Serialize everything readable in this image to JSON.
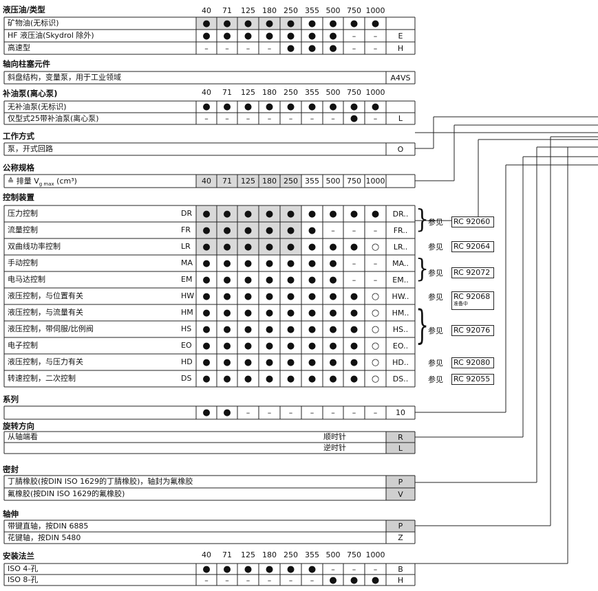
{
  "sizes": [
    "40",
    "71",
    "125",
    "180",
    "250",
    "355",
    "500",
    "750",
    "1000"
  ],
  "sections": [
    {
      "title": "液压油/类型",
      "show_sizes": true,
      "rows": [
        {
          "label": "矿物油(无标识)",
          "cells": [
            "●",
            "●",
            "●",
            "●",
            "●",
            "●",
            "●",
            "●",
            "●"
          ],
          "shade": [
            1,
            1,
            1,
            1,
            1,
            0,
            0,
            0,
            0
          ],
          "box": ""
        },
        {
          "label": "HF 液压油(Skydrol 除外)",
          "cells": [
            "●",
            "●",
            "●",
            "●",
            "●",
            "●",
            "●",
            "–",
            "–"
          ],
          "shade": [
            0,
            0,
            0,
            0,
            0,
            0,
            0,
            0,
            0
          ],
          "box": "E"
        },
        {
          "label": "高速型",
          "cells": [
            "–",
            "–",
            "–",
            "–",
            "●",
            "●",
            "●",
            "–",
            "–"
          ],
          "shade": [
            0,
            0,
            0,
            0,
            0,
            0,
            0,
            0,
            0
          ],
          "box": "H"
        }
      ]
    },
    {
      "title": "轴向柱塞元件",
      "show_sizes": false,
      "rows": [
        {
          "label": "斜盘结构，变量泵，用于工业领域",
          "box": "A4VS",
          "wide": true
        }
      ]
    },
    {
      "title": "补油泵(离心泵)",
      "show_sizes": true,
      "rows": [
        {
          "label": "无补油泵(无标识)",
          "cells": [
            "●",
            "●",
            "●",
            "●",
            "●",
            "●",
            "●",
            "●",
            "●"
          ],
          "shade": [
            0,
            0,
            0,
            0,
            0,
            0,
            0,
            0,
            0
          ],
          "box": ""
        },
        {
          "label": "仅型式25带补油泵(离心泵)",
          "cells": [
            "–",
            "–",
            "–",
            "–",
            "–",
            "–",
            "–",
            "●",
            "–"
          ],
          "shade": [
            0,
            0,
            0,
            0,
            0,
            0,
            0,
            0,
            0
          ],
          "box": "L"
        }
      ]
    },
    {
      "title": "工作方式",
      "show_sizes": false,
      "rows": [
        {
          "label": "泵，开式回路",
          "box": "O",
          "wide": true
        }
      ]
    },
    {
      "title": "公称规格",
      "show_sizes": false,
      "rows": [
        {
          "label": "≙ 排量 V",
          "label_sub": "g max",
          "label_tail": "(cm³)",
          "cells": [
            "40",
            "71",
            "125",
            "180",
            "250",
            "355",
            "500",
            "750",
            "1000"
          ],
          "shade": [
            1,
            1,
            1,
            1,
            1,
            0,
            0,
            0,
            0
          ],
          "box": ""
        }
      ]
    },
    {
      "title": "控制装置",
      "show_sizes": false,
      "rows": [
        {
          "label": "压力控制",
          "code": "DR",
          "cells": [
            "●",
            "●",
            "●",
            "●",
            "●",
            "●",
            "●",
            "●",
            "●"
          ],
          "shade": [
            1,
            1,
            1,
            1,
            1,
            0,
            0,
            0,
            0
          ],
          "box": "DR.."
        },
        {
          "label": "流量控制",
          "code": "FR",
          "cells": [
            "●",
            "●",
            "●",
            "●",
            "●",
            "●",
            "–",
            "–",
            "–"
          ],
          "shade": [
            1,
            1,
            1,
            1,
            1,
            0,
            0,
            0,
            0
          ],
          "box": "FR.."
        },
        {
          "label": "双曲线功率控制",
          "code": "LR",
          "cells": [
            "●",
            "●",
            "●",
            "●",
            "●",
            "●",
            "●",
            "●",
            "○"
          ],
          "shade": [
            1,
            1,
            1,
            1,
            1,
            0,
            0,
            0,
            0
          ],
          "box": "LR.."
        },
        {
          "label": "手动控制",
          "code": "MA",
          "cells": [
            "●",
            "●",
            "●",
            "●",
            "●",
            "●",
            "●",
            "–",
            "–"
          ],
          "shade": [
            0,
            0,
            0,
            0,
            0,
            0,
            0,
            0,
            0
          ],
          "box": "MA.."
        },
        {
          "label": "电马达控制",
          "code": "EM",
          "cells": [
            "●",
            "●",
            "●",
            "●",
            "●",
            "●",
            "●",
            "–",
            "–"
          ],
          "shade": [
            0,
            0,
            0,
            0,
            0,
            0,
            0,
            0,
            0
          ],
          "box": "EM.."
        },
        {
          "label": "液压控制，与位置有关",
          "code": "HW",
          "cells": [
            "●",
            "●",
            "●",
            "●",
            "●",
            "●",
            "●",
            "●",
            "○"
          ],
          "shade": [
            0,
            0,
            0,
            0,
            0,
            0,
            0,
            0,
            0
          ],
          "box": "HW.."
        },
        {
          "label": "液压控制，与流量有关",
          "code": "HM",
          "cells": [
            "●",
            "●",
            "●",
            "●",
            "●",
            "●",
            "●",
            "●",
            "○"
          ],
          "shade": [
            0,
            0,
            0,
            0,
            0,
            0,
            0,
            0,
            0
          ],
          "box": "HM.."
        },
        {
          "label": "液压控制，带伺服/比例阀",
          "code": "HS",
          "cells": [
            "●",
            "●",
            "●",
            "●",
            "●",
            "●",
            "●",
            "●",
            "○"
          ],
          "shade": [
            0,
            0,
            0,
            0,
            0,
            0,
            0,
            0,
            0
          ],
          "box": "HS.."
        },
        {
          "label": "电子控制",
          "code": "EO",
          "cells": [
            "●",
            "●",
            "●",
            "●",
            "●",
            "●",
            "●",
            "●",
            "○"
          ],
          "shade": [
            0,
            0,
            0,
            0,
            0,
            0,
            0,
            0,
            0
          ],
          "box": "EO.."
        },
        {
          "label": "液压控制，与压力有关",
          "code": "HD",
          "cells": [
            "●",
            "●",
            "●",
            "●",
            "●",
            "●",
            "●",
            "●",
            "○"
          ],
          "shade": [
            0,
            0,
            0,
            0,
            0,
            0,
            0,
            0,
            0
          ],
          "box": "HD.."
        },
        {
          "label": "转速控制，二次控制",
          "code": "DS",
          "cells": [
            "●",
            "●",
            "●",
            "●",
            "●",
            "●",
            "●",
            "●",
            "○"
          ],
          "shade": [
            0,
            0,
            0,
            0,
            0,
            0,
            0,
            0,
            0
          ],
          "box": "DS.."
        }
      ]
    },
    {
      "title": "系列",
      "show_sizes": false,
      "rows": [
        {
          "label": "",
          "cells": [
            "●",
            "●",
            "–",
            "–",
            "–",
            "–",
            "–",
            "–",
            "–"
          ],
          "shade": [
            0,
            0,
            0,
            0,
            0,
            0,
            0,
            0,
            0
          ],
          "box": "10"
        }
      ]
    },
    {
      "title": "旋转方向",
      "show_sizes": false,
      "rows": [
        {
          "label": "从轴端看",
          "right_label": "顺时针",
          "box": "R",
          "shaded_box": true
        },
        {
          "label": "",
          "right_label": "逆时针",
          "box": "L",
          "shaded_box": true
        }
      ]
    },
    {
      "title": "密封",
      "show_sizes": false,
      "rows": [
        {
          "label": "丁腈橡胶(按DIN ISO 1629的丁腈橡胶)，轴封为氟橡胶",
          "box": "P",
          "shaded_box": true
        },
        {
          "label": "氟橡胶(按DIN ISO 1629的氟橡胶)",
          "box": "V",
          "shaded_box": true
        }
      ]
    },
    {
      "title": "轴伸",
      "show_sizes": false,
      "rows": [
        {
          "label": "带键直轴，按DIN 6885",
          "box": "P",
          "shaded_box": true
        },
        {
          "label": "花键轴，按DIN 5480",
          "box": "Z"
        }
      ]
    },
    {
      "title": "安装法兰",
      "show_sizes": true,
      "rows": [
        {
          "label": "ISO 4-孔",
          "cells": [
            "●",
            "●",
            "●",
            "●",
            "●",
            "●",
            "–",
            "–",
            "–"
          ],
          "shade": [
            0,
            0,
            0,
            0,
            0,
            0,
            0,
            0,
            0
          ],
          "box": "B"
        },
        {
          "label": "ISO 8-孔",
          "cells": [
            "–",
            "–",
            "–",
            "–",
            "–",
            "–",
            "●",
            "●",
            "●"
          ],
          "shade": [
            0,
            0,
            0,
            0,
            0,
            0,
            0,
            0,
            0
          ],
          "box": "H"
        }
      ]
    }
  ],
  "references": [
    {
      "see": "参见",
      "ref": "RC 92060",
      "note": ""
    },
    {
      "see": "参见",
      "ref": "RC 92064",
      "note": ""
    },
    {
      "see": "参见",
      "ref": "RC 92072",
      "note": ""
    },
    {
      "see": "参见",
      "ref": "RC 92068",
      "note": "准备中"
    },
    {
      "see": "参见",
      "ref": "RC 92076",
      "note": ""
    },
    {
      "see": "参见",
      "ref": "RC 92080",
      "note": ""
    },
    {
      "see": "参见",
      "ref": "RC 92055",
      "note": ""
    }
  ]
}
